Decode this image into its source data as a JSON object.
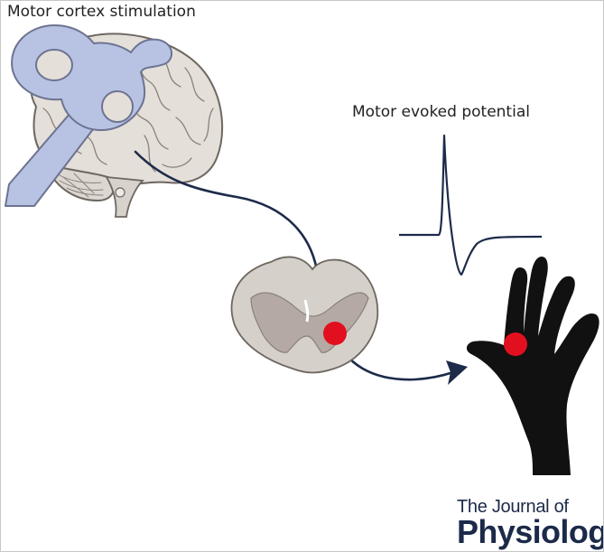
{
  "labels": {
    "stimulation": "Motor cortex stimulation",
    "potential": "Motor evoked potential"
  },
  "journal": {
    "line1": "The Journal of",
    "line2": "Physiology"
  },
  "colors": {
    "brain": "#e4dfd9",
    "brain_stroke": "#6e6760",
    "coil": "#b8c3e3",
    "coil_stroke": "#6d7391",
    "spinal_cord": "#d6d0ca",
    "grey_matter": "#b4aaa3",
    "pathway": "#1d2b4a",
    "stimulus_dot": "#e2101f",
    "hand": "#111111",
    "logo": "#1c2a4a"
  },
  "icons": [
    "tms-coil-icon",
    "brain-icon",
    "spinal-cord-icon",
    "hand-icon",
    "waveform-icon",
    "arrow-icon"
  ]
}
